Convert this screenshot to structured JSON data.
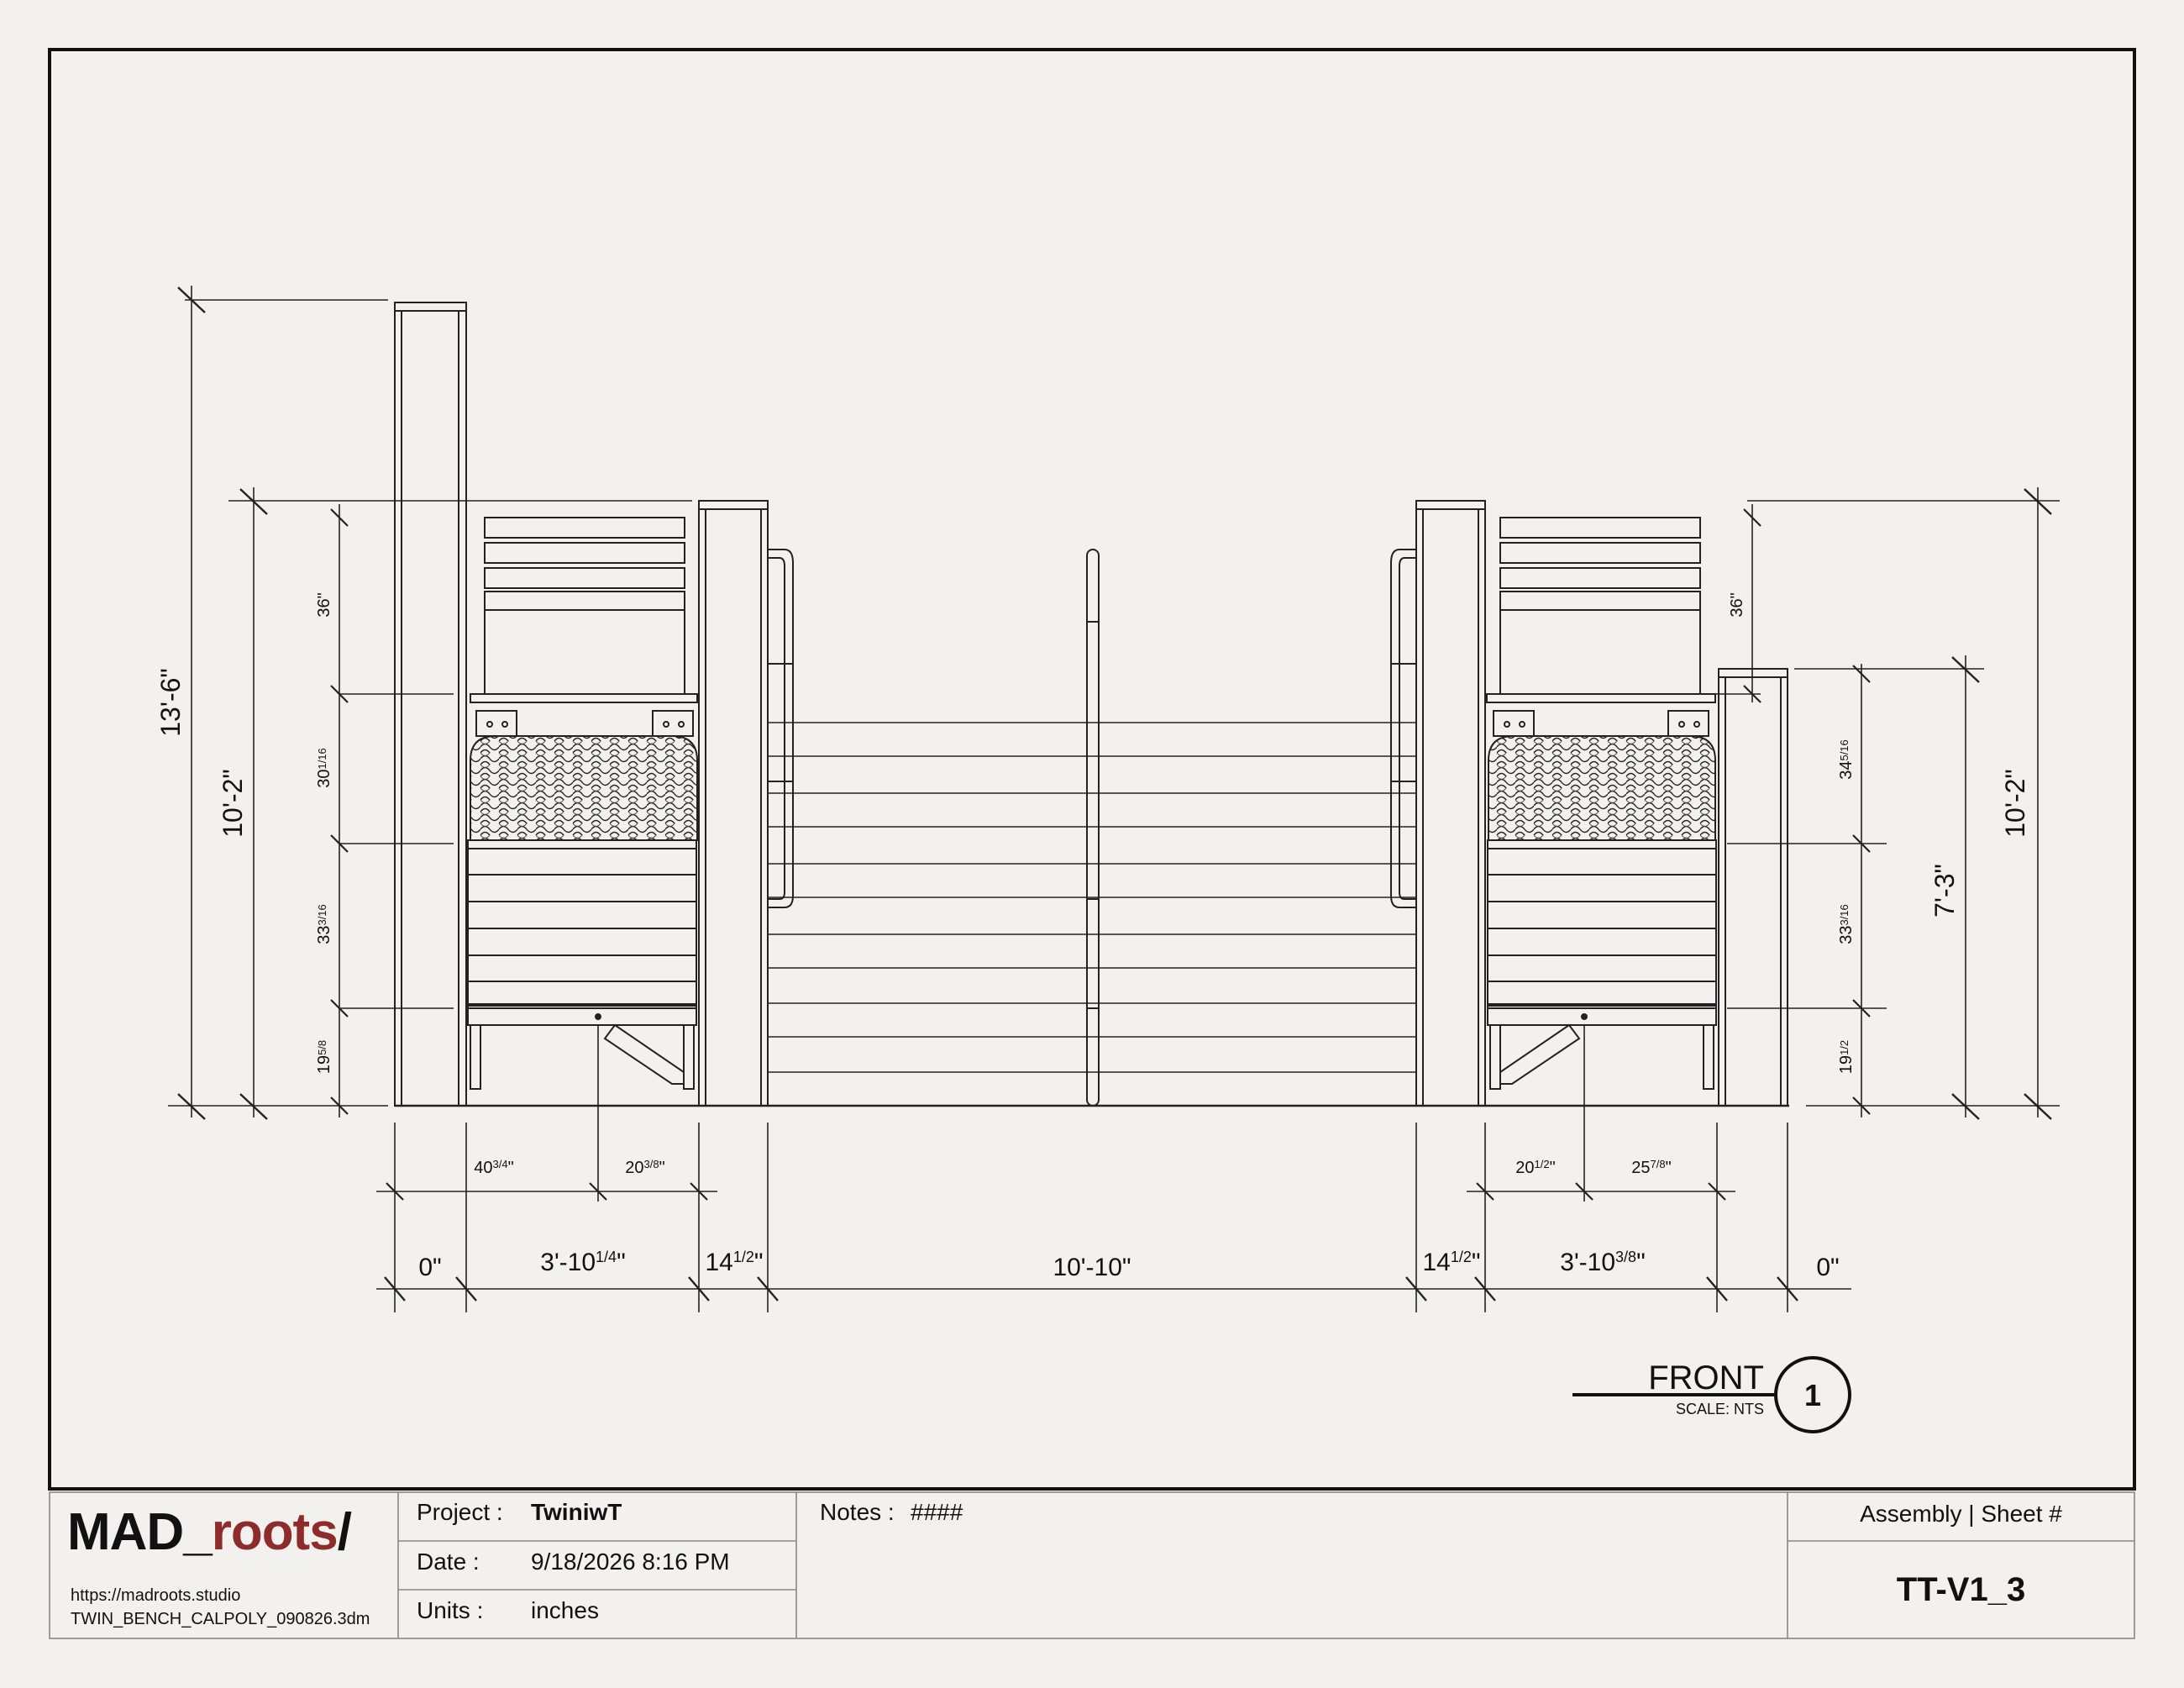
{
  "title_block": {
    "brand_prefix": "MAD_",
    "brand_accent": "roots",
    "brand_suffix": "/",
    "brand_accent_color": "#8e2b2b",
    "website": "https://madroots.studio",
    "filename": "TWIN_BENCH_CALPOLY_090826.3dm",
    "project_label": "Project :",
    "project_value": "TwiniwT",
    "date_label": "Date :",
    "date_value": "9/18/2026 8:16 PM",
    "units_label": "Units :",
    "units_value": "inches",
    "notes_label": "Notes :",
    "notes_value": "####",
    "assembly_label": "Assembly | Sheet #",
    "sheet_number": "TT-V1_3"
  },
  "view_label": {
    "name": "FRONT",
    "scale": "SCALE: NTS",
    "number": "1"
  },
  "dimensions": {
    "left_overall_height": "13'-6\"",
    "left_frame_height": "10'-2\"",
    "left_seg_1": "36\"",
    "left_seg_2": "30",
    "left_seg_2_frac": "1/16",
    "left_seg_3": "33",
    "left_seg_3_frac": "3/16",
    "left_seg_4": "19",
    "left_seg_4_frac": "5/8",
    "right_seg_1": "36\"",
    "right_seg_2": "34",
    "right_seg_2_frac": "5/16",
    "right_seg_3": "33",
    "right_seg_3_frac": "3/16",
    "right_seg_4": "19",
    "right_seg_4_frac": "1/2",
    "right_post_height": "7'-3\"",
    "right_frame_height": "10'-2\"",
    "left_sub_1": "40",
    "left_sub_1_frac": "3/4",
    "left_sub_2": "20",
    "left_sub_2_frac": "3/8",
    "right_sub_1": "20",
    "right_sub_1_frac": "1/2",
    "right_sub_2": "25",
    "right_sub_2_frac": "7/8",
    "bottom_0_left": "0\"",
    "bottom_left_bench": "3'-10",
    "bottom_left_bench_frac": "1/4",
    "bottom_left_post": "14",
    "bottom_left_post_frac": "1/2",
    "bottom_center": "10'-10\"",
    "bottom_right_post": "14",
    "bottom_right_post_frac": "1/2",
    "bottom_right_bench": "3'-10",
    "bottom_right_bench_frac": "3/8",
    "bottom_0_right": "0\""
  }
}
